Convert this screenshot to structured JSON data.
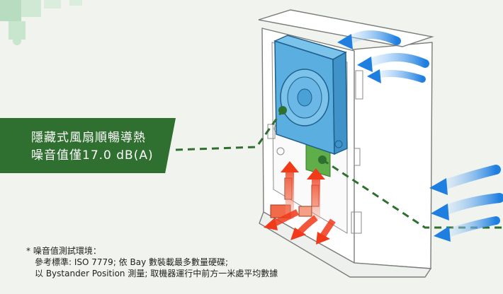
{
  "callout": {
    "line1": "隱藏式風扇順暢導熱",
    "line2": "噪音值僅17.0 dB(A)"
  },
  "note": {
    "title": "* 噪音值測試環境：",
    "line1": "參考標準: ISO 7779; 依 Bay 數裝載最多數量硬碟;",
    "line2": "以 Bystander Position 測量; 取機器運行中前方一米處平均數據"
  },
  "colors": {
    "brand_green": "#2f6f2f",
    "fan_blue": "#5aaee0",
    "airflow_blue": "#3a8ee0",
    "hot_air_red": "#f04a2a",
    "board_green": "#5fae4a"
  },
  "icons": [
    "puzzle-pattern-icon",
    "fan-icon",
    "airflow-arrow-icon",
    "heat-arrow-icon"
  ]
}
